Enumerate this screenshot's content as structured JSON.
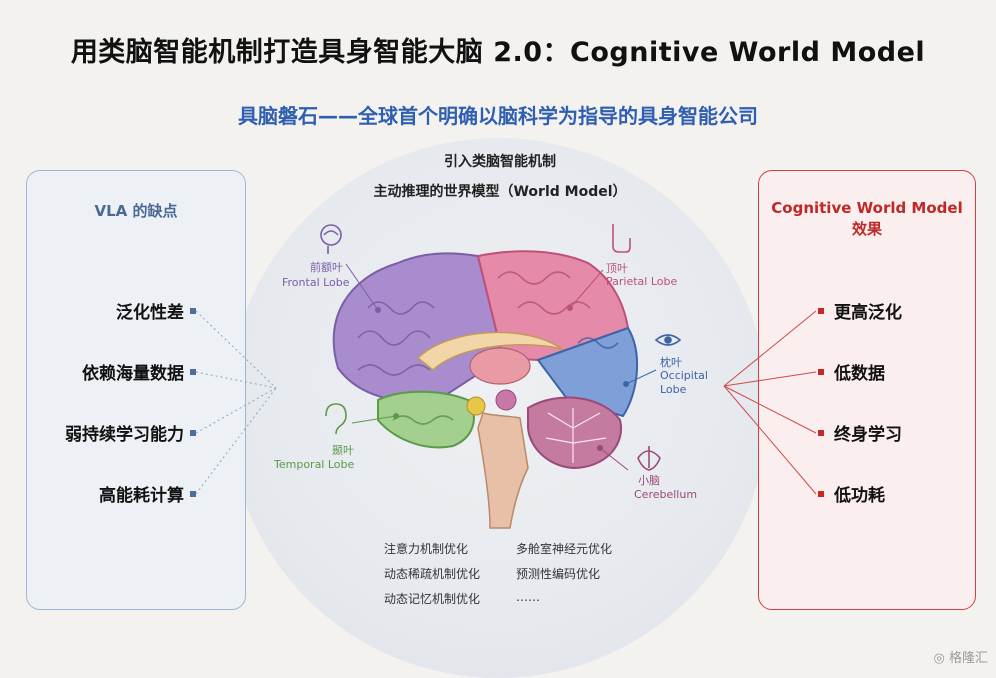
{
  "title": "用类脑智能机制打造具身智能大脑 2.0：Cognitive World Model",
  "subtitle": "具脑磐石——全球首个明确以脑科学为指导的具身智能公司",
  "center": {
    "line1": "引入类脑智能机制",
    "line2": "主动推理的世界模型（World Model）"
  },
  "left_panel": {
    "title": "VLA 的缺点",
    "items": [
      "泛化性差",
      "依赖海量数据",
      "弱持续学习能力",
      "高能耗计算"
    ]
  },
  "right_panel": {
    "title_line1": "Cognitive World Model",
    "title_line2": "效果",
    "items": [
      "更高泛化",
      "低数据",
      "终身学习",
      "低功耗"
    ]
  },
  "lobes": {
    "frontal": {
      "cn": "前额叶",
      "en": "Frontal Lobe",
      "color": "#7b5ea7"
    },
    "parietal": {
      "cn": "顶叶",
      "en": "Parietal Lobe",
      "color": "#c0507a"
    },
    "occipital": {
      "cn": "枕叶",
      "en1": "Occipital",
      "en2": "Lobe",
      "color": "#3d64a8"
    },
    "temporal": {
      "cn": "颞叶",
      "en": "Temporal Lobe",
      "color": "#5a9a48"
    },
    "cerebellum": {
      "cn": "小脑",
      "en": "Cerebellum",
      "color": "#9a4a7a"
    }
  },
  "optimizations": {
    "col1": [
      "注意力机制优化",
      "动态稀疏机制优化",
      "动态记忆机制优化"
    ],
    "col2": [
      "多舱室神经元优化",
      "预测性编码优化",
      "……"
    ]
  },
  "watermark": "格隆汇",
  "colors": {
    "title_blue": "#2f5fb0",
    "left_accent": "#4e6f9c",
    "right_accent": "#c62828"
  }
}
